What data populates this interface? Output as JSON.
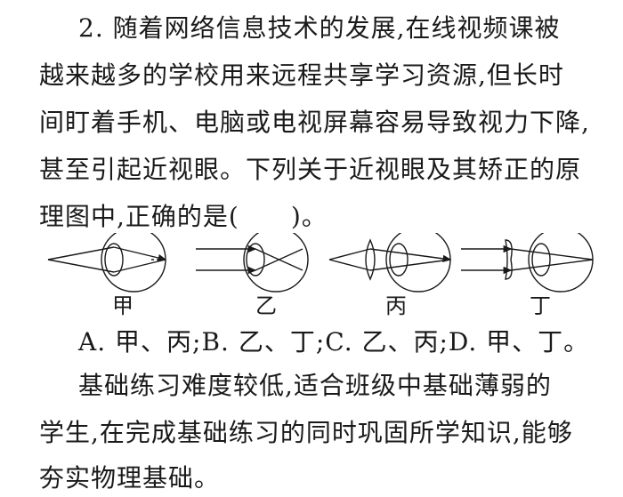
{
  "question": {
    "line1": "2. 随着网络信息技术的发展,在线视频课被",
    "line2": "越来越多的学校用来远程共享学习资源,但长时",
    "line3": "间盯着手机、电脑或电视屏幕容易导致视力下降,",
    "line4": "甚至引起近视眼。下列关于近视眼及其矫正的原",
    "line5": "理图中,正确的是(　　)。"
  },
  "figures": {
    "labels": [
      "甲",
      "乙",
      "丙",
      "丁"
    ]
  },
  "answer_options": "A. 甲、丙;B. 乙、丁;C. 乙、丙;D. 甲、丁。",
  "commentary": {
    "line1": "基础练习难度较低,适合班级中基础薄弱的",
    "line2": "学生,在完成基础练习的同时巩固所学知识,能够",
    "line3": "夯实物理基础。"
  }
}
